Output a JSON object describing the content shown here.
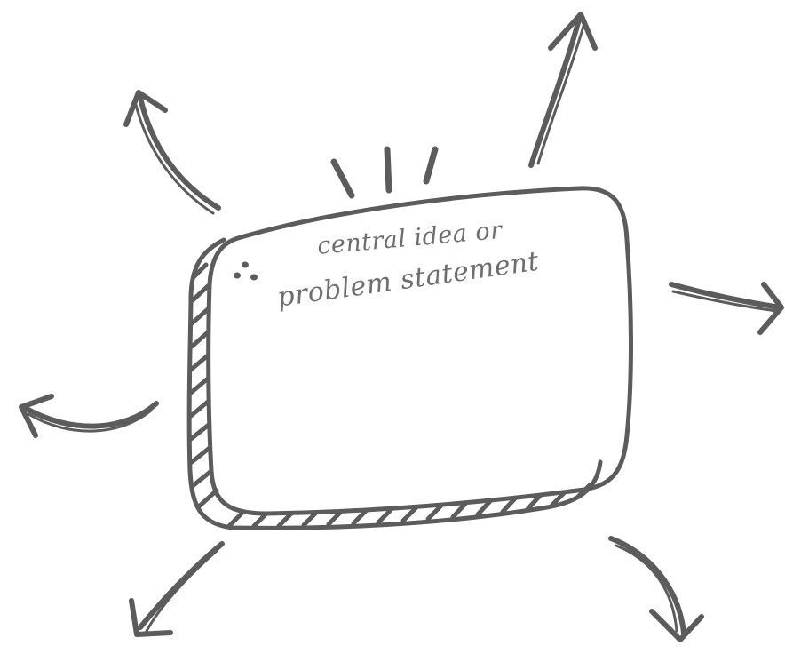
{
  "central_box": {
    "line_1": "central idea or",
    "line_2": "problem statement"
  },
  "colors": {
    "ink": "#5c5c5c",
    "text": "#6e6e6e",
    "background": "#ffffff"
  },
  "arrows": [
    {
      "name": "arrow-up-left",
      "direction": "up-left"
    },
    {
      "name": "arrow-up-right",
      "direction": "up-right"
    },
    {
      "name": "arrow-right",
      "direction": "right"
    },
    {
      "name": "arrow-left",
      "direction": "left"
    },
    {
      "name": "arrow-down-left",
      "direction": "down-left"
    },
    {
      "name": "arrow-down-right",
      "direction": "down-right"
    }
  ]
}
